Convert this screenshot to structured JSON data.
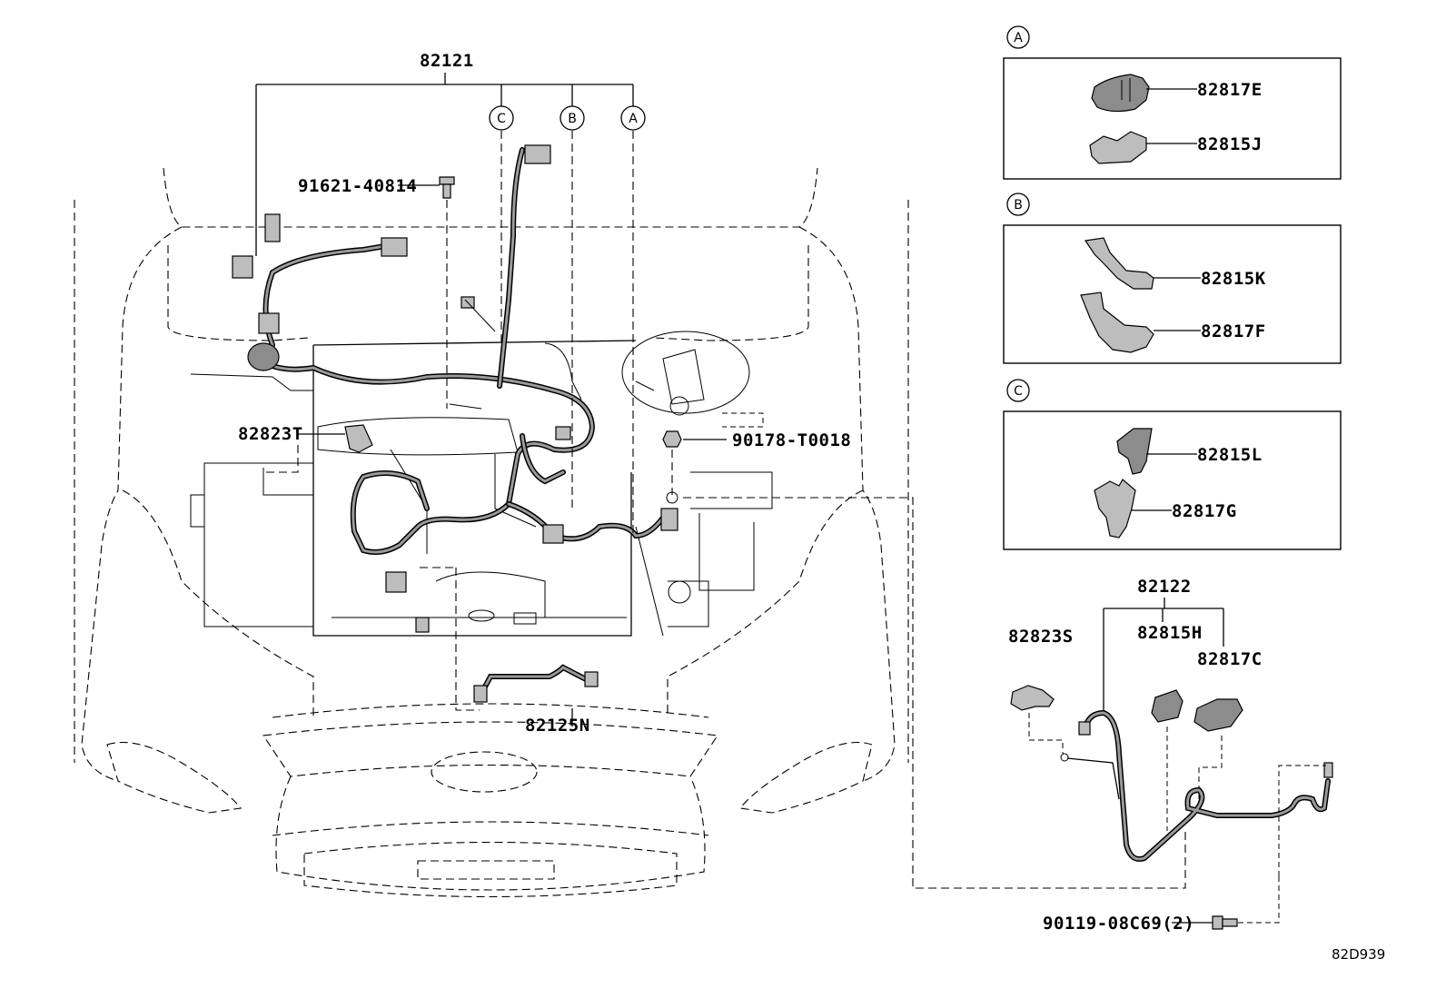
{
  "diagram": {
    "main_harness": "82121",
    "bolt": "91621-40814",
    "clamp_left": "82823T",
    "nut": "90178-T0018",
    "sub_harness": "82125N",
    "callouts": {
      "a": "A",
      "b": "B",
      "c": "C"
    },
    "detail_a": {
      "letter": "A",
      "part1": "82817E",
      "part2": "82815J"
    },
    "detail_b": {
      "letter": "B",
      "part1": "82815K",
      "part2": "82817F"
    },
    "detail_c": {
      "letter": "C",
      "part1": "82815L",
      "part2": "82817G"
    },
    "lower_set": {
      "harness": "82122",
      "clamp": "82823S",
      "cover": "82815H",
      "block": "82817C",
      "bolt": "90119-08C69(2)"
    },
    "figure_code": "82D939"
  }
}
